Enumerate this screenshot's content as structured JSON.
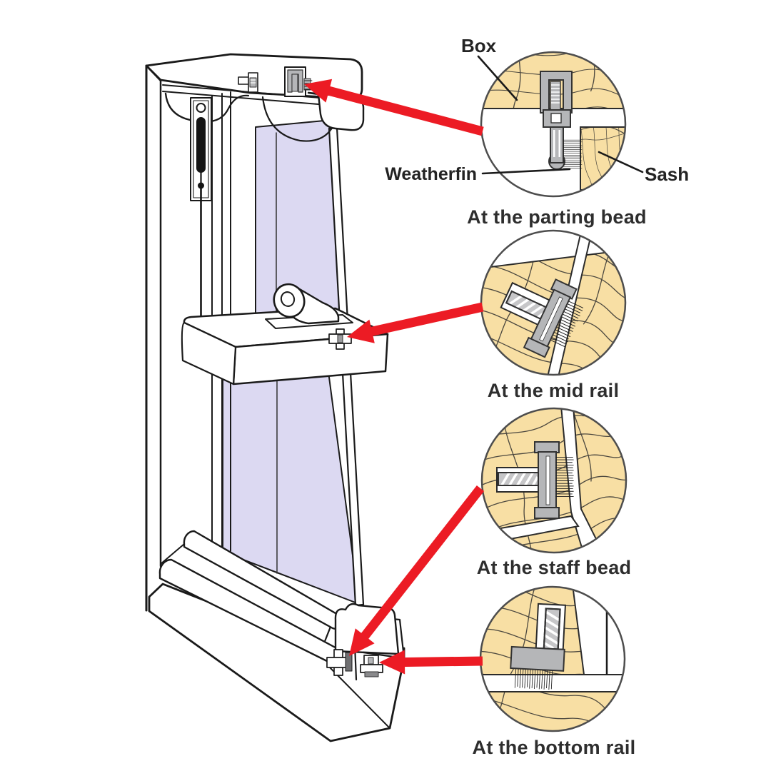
{
  "figure": {
    "labels": {
      "box": "Box",
      "weatherfin": "Weatherfin",
      "sash": "Sash"
    },
    "details": [
      {
        "caption": "At the parting bead"
      },
      {
        "caption": "At the mid rail"
      },
      {
        "caption": "At the staff bead"
      },
      {
        "caption": "At the bottom rail"
      }
    ],
    "colors": {
      "background": "#ffffff",
      "wood": "#f8dfa4",
      "glass": "#dcd9f2",
      "seal_gray": "#b5b6b8",
      "arrow_red": "#ec1b24",
      "outline": "#1a1a1a",
      "caption_text": "#2e2e2e",
      "caption_dot_accent": "#a9bca4"
    }
  }
}
